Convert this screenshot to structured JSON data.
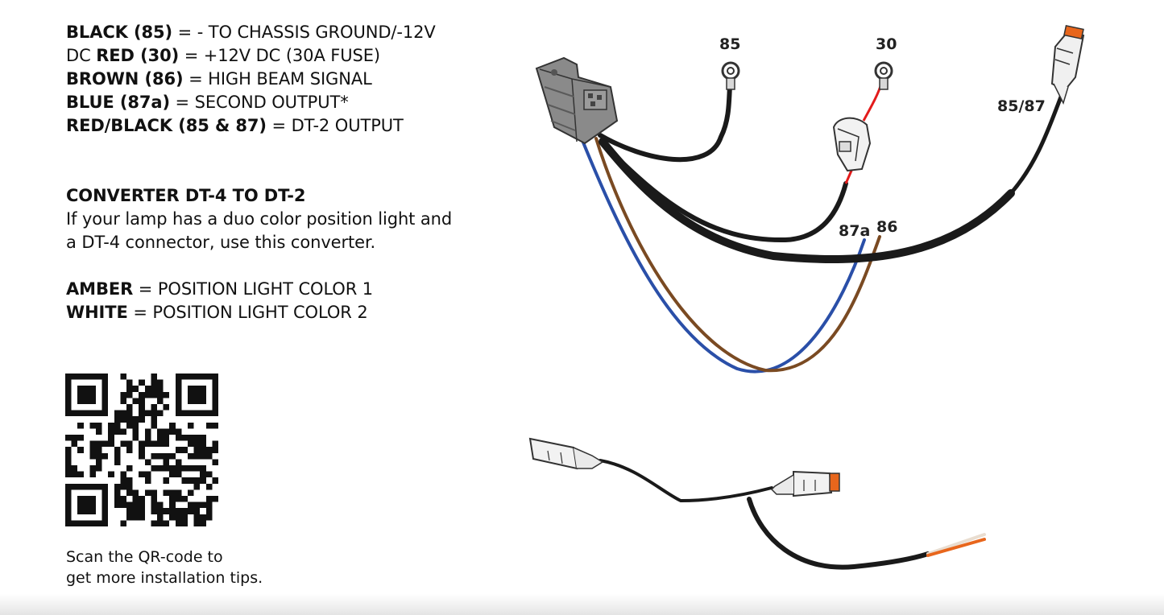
{
  "legend": {
    "black": {
      "name": "BLACK (85)",
      "desc": "= - TO CHASSIS GROUND/-12V"
    },
    "red": {
      "prefix": "DC",
      "name": "RED (30)",
      "desc": "= +12V DC (30A FUSE)"
    },
    "brown": {
      "name": "BROWN (86)",
      "desc": "= HIGH BEAM SIGNAL"
    },
    "blue": {
      "name": "BLUE (87a)",
      "desc": "= SECOND OUTPUT*"
    },
    "redblack": {
      "name": "RED/BLACK (85 & 87)",
      "desc": "= DT-2 OUTPUT"
    }
  },
  "converter": {
    "heading": "CONVERTER DT-4 TO DT-2",
    "line1": "If your lamp has a duo color position light and",
    "line2": "a DT-4 connector, use this converter."
  },
  "colors": {
    "amber": {
      "name": "AMBER",
      "desc": "= POSITION LIGHT COLOR 1"
    },
    "white": {
      "name": "WHITE",
      "desc": "= POSITION LIGHT COLOR 2"
    }
  },
  "qr": {
    "line1": "Scan the QR-code to",
    "line2": "get more installation tips."
  },
  "diagram": {
    "labels": {
      "pin85": "85",
      "pin30": "30",
      "pin8587": "85/87",
      "pin87a": "87a",
      "pin86": "86"
    },
    "wire_colors": {
      "black": "#1a1a1a",
      "red": "#e31b1b",
      "blue": "#2a4fa8",
      "brown": "#7a4a22",
      "amber": "#e8661c",
      "white": "#e9ddd0",
      "housing": "#7d7d7d"
    }
  }
}
